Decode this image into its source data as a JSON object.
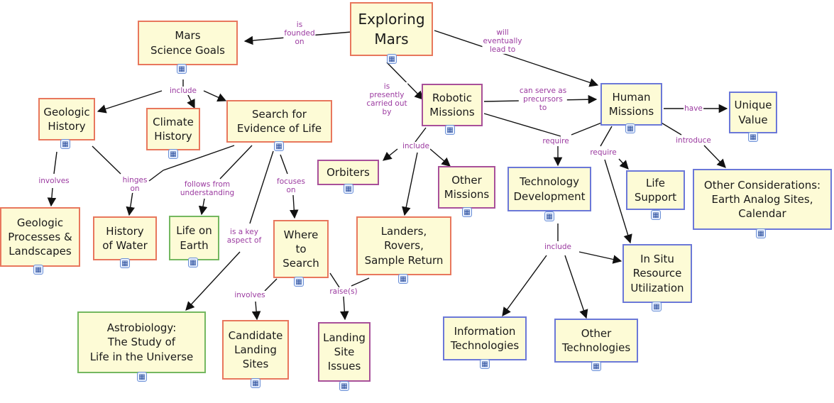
{
  "nodes": {
    "exploring_mars": "Exploring\nMars",
    "science_goals": "Mars\nScience Goals",
    "robotic": "Robotic\nMissions",
    "human": "Human\nMissions",
    "unique_value": "Unique\nValue",
    "geologic_history": "Geologic\nHistory",
    "climate_history": "Climate\nHistory",
    "search_life": "Search for\nEvidence of Life",
    "orbiters": "Orbiters",
    "other_missions": "Other\nMissions",
    "tech_dev": "Technology\nDevelopment",
    "life_support": "Life\nSupport",
    "other_considerations": "Other Considerations:\nEarth Analog Sites,\nCalendar",
    "geologic_processes": "Geologic\nProcesses &\nLandscapes",
    "history_water": "History\nof Water",
    "life_earth": "Life on\nEarth",
    "where_search": "Where\nto\nSearch",
    "landers": "Landers,\nRovers,\nSample Return",
    "isru": "In Situ\nResource\nUtilization",
    "astrobiology": "Astrobiology:\nThe Study of\nLife in the Universe",
    "candidate": "Candidate\nLanding\nSites",
    "landing_issues": "Landing\nSite\nIssues",
    "info_tech": "Information\nTechnologies",
    "other_tech": "Other\nTechnologies"
  },
  "links": {
    "founded_on": "is\nfounded\non",
    "will_lead": "will\neventually\nlead to",
    "carried_out": "is\npresently\ncarried out\nby",
    "precursors": "can serve as\nprecursors\nto",
    "have": "have",
    "include_goals": "include",
    "include_robotic": "include",
    "require_1": "require",
    "require_2": "require",
    "introduce": "introduce",
    "involves_1": "involves",
    "hinges_on": "hinges\non",
    "follows_from": "follows from\nunderstanding",
    "focuses_on": "focuses\non",
    "key_aspect": "is a key\naspect of",
    "include_tech": "include",
    "involves_2": "involves",
    "raises": "raise(s)"
  },
  "colors": {
    "node_fill": "#fdfbd6",
    "red_border": "#e8775d",
    "blue_border": "#6b78d8",
    "green_border": "#74b860",
    "purple_border": "#a8509a",
    "link_text": "#9b3aa0"
  },
  "icons": {
    "node_icon": "concept-map-resource-icon"
  }
}
